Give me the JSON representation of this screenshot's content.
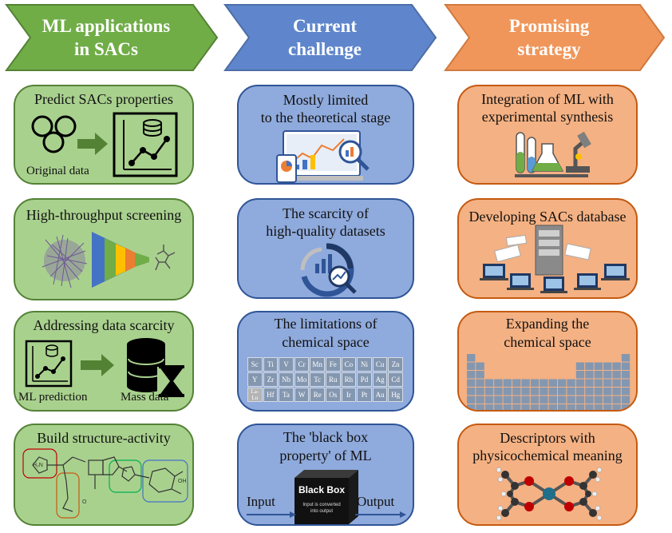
{
  "columns": [
    {
      "header": [
        "ML applications",
        "in SACs"
      ],
      "color": "#70ad47"
    },
    {
      "header": [
        "Current",
        "challenge"
      ],
      "color": "#4472c4"
    },
    {
      "header": [
        "Promising",
        "strategy"
      ],
      "color": "#ed7d31"
    }
  ],
  "ml": {
    "c1": {
      "title": "Predict SACs properties",
      "label": "Original data"
    },
    "c2": {
      "title": "High-throughput screening"
    },
    "c3": {
      "title": "Addressing data scarcity",
      "label_left": "ML prediction",
      "label_right": "Mass data"
    },
    "c4": {
      "title": "Build structure-activity"
    }
  },
  "challenge": {
    "c1": {
      "title": [
        "Mostly limited",
        "to the theoretical stage"
      ]
    },
    "c2": {
      "title": [
        "The scarcity of",
        "high-quality datasets"
      ]
    },
    "c3": {
      "title": [
        "The limitations of",
        "chemical space"
      ],
      "ptable": [
        [
          "Sc",
          "Ti",
          "V",
          "Cr",
          "Mn",
          "Fe",
          "Co",
          "Ni",
          "Cu",
          "Zn"
        ],
        [
          "Y",
          "Zr",
          "Nb",
          "Mo",
          "Tc",
          "Ru",
          "Rh",
          "Pd",
          "Ag",
          "Cd"
        ],
        [
          "La-Lu",
          "Hf",
          "Ta",
          "W",
          "Re",
          "Os",
          "Ir",
          "Pt",
          "Au",
          "Hg"
        ]
      ]
    },
    "c4": {
      "title": [
        "The 'black box",
        "property' of ML"
      ],
      "input": "Input",
      "output": "Output",
      "box_title": "Black Box",
      "box_sub": [
        "Input is converted",
        "into output"
      ]
    }
  },
  "strategy": {
    "c1": {
      "title": [
        "Integration of ML with",
        "experimental synthesis"
      ]
    },
    "c2": {
      "title": [
        "Developing SACs database"
      ]
    },
    "c3": {
      "title": [
        "Expanding the",
        "chemical space"
      ]
    },
    "c4": {
      "title": [
        "Descriptors with",
        "physicochemical meaning"
      ]
    }
  }
}
